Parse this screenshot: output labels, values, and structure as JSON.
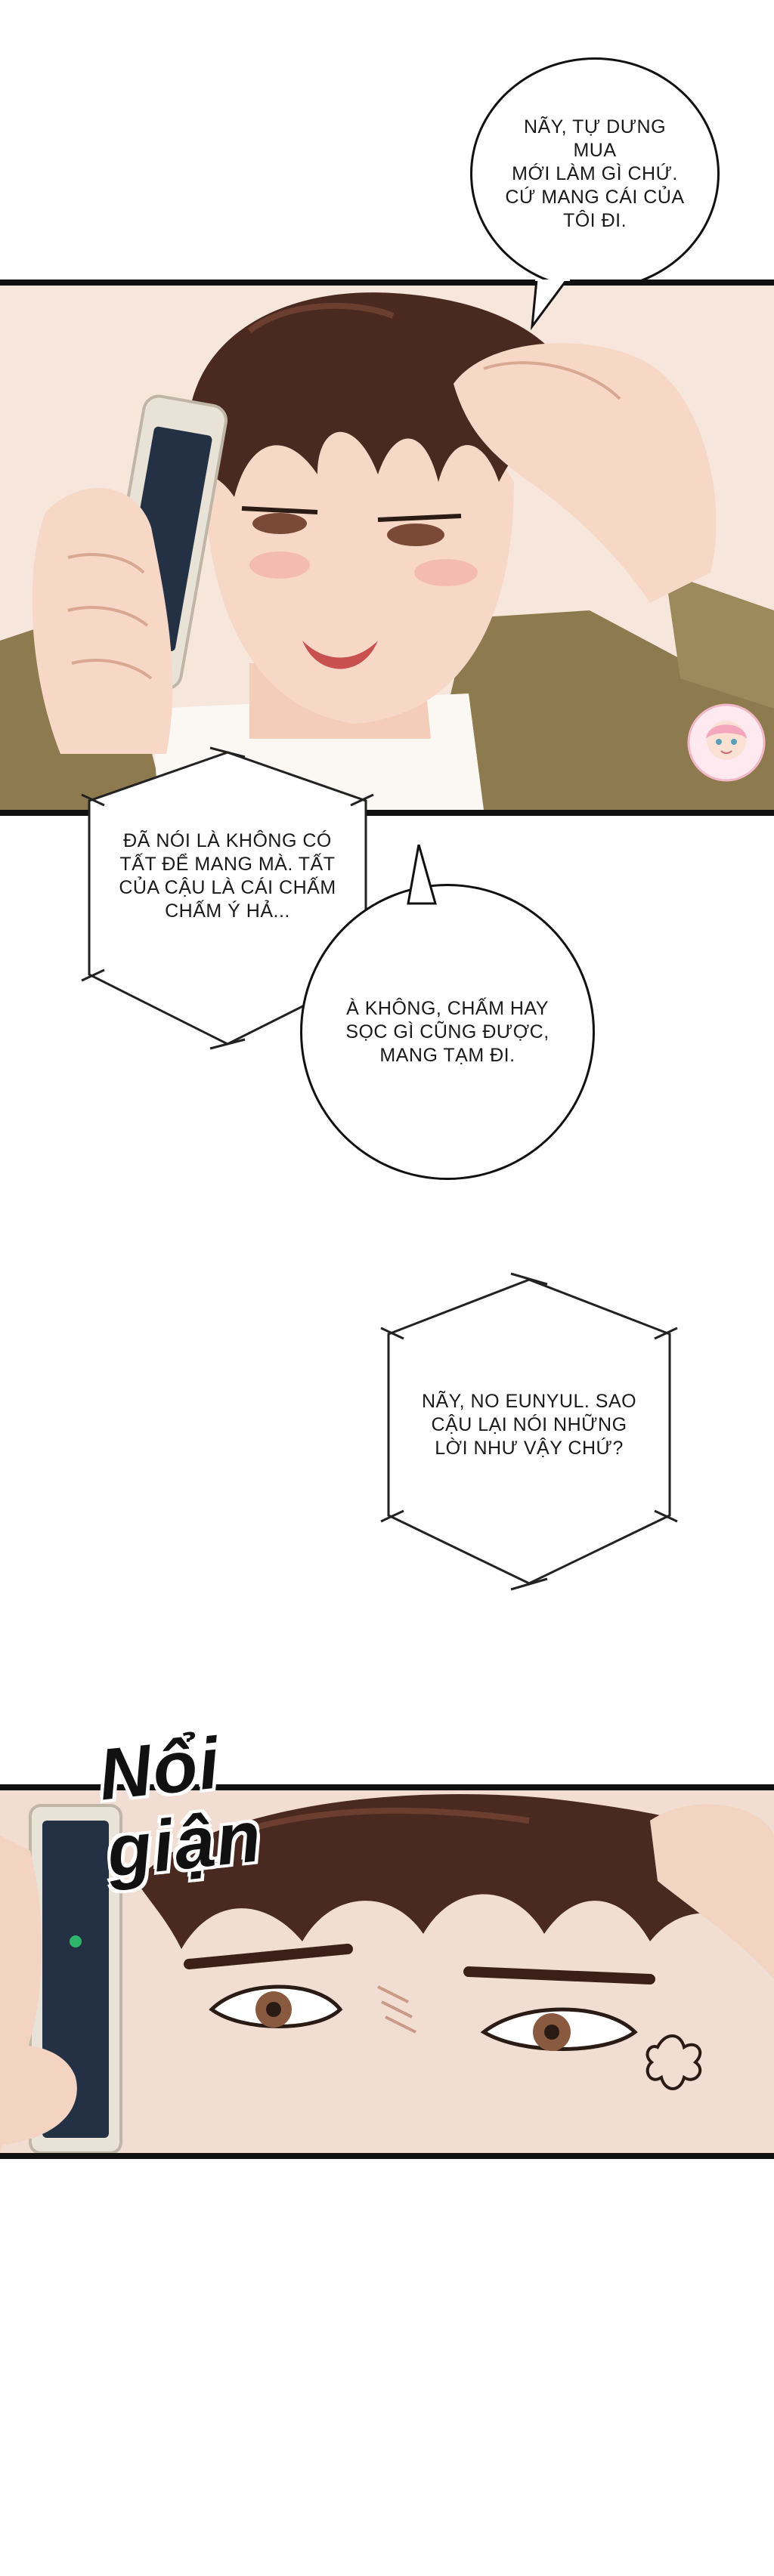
{
  "bubbles": {
    "b1": "Nãy, tự dưng mua\nmới làm gì chứ.\nCứ mang cái của\ntôi đi.",
    "b2": "Đã nói là không có\ntất để mang mà. Tất\ncủa cậu là cái chấm\nchấm ý hả...",
    "b3": "À không, chấm hay\nsọc gì cũng được,\nmang tạm đi.",
    "b4": "Nãy, No Eunyul. Sao\ncậu lại nói những\nlời như vậy chứ?"
  },
  "sfx": {
    "text": "Nổi\ngiận"
  },
  "colors": {
    "ink": "#111111",
    "skin": "#f6d9c8",
    "hair": "#4a2a20",
    "jacket": "#8d7a4e",
    "phone": "#e9e2d6"
  }
}
